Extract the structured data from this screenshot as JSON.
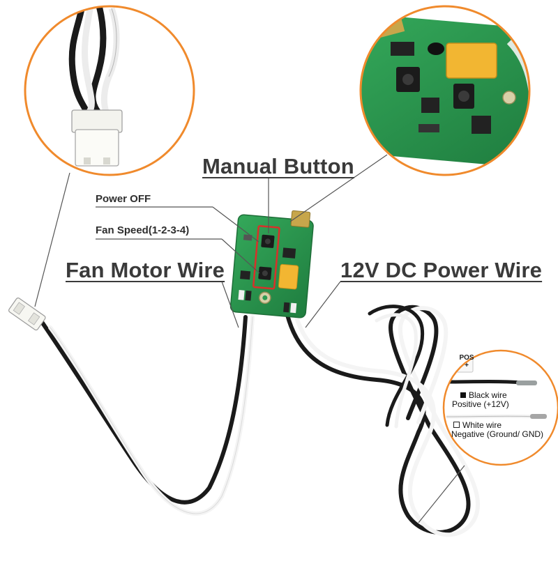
{
  "labels": {
    "manual_button": "Manual Button",
    "power_off": "Power OFF",
    "fan_speed": "Fan Speed(1-2-3-4)",
    "fan_motor_wire": "Fan Motor Wire",
    "power_wire": "12V DC Power Wire"
  },
  "wire_legend": {
    "tag": "POS +",
    "black_wire": "Black wire",
    "black_desc": "Positive (+12V)",
    "white_wire": "White wire",
    "white_desc": "Negative (Ground/ GND)"
  },
  "colors": {
    "accent": "#f08a2c",
    "pcb": "#2f9b52",
    "label_text": "#3a3a3a",
    "highlight": "#d9302a"
  }
}
